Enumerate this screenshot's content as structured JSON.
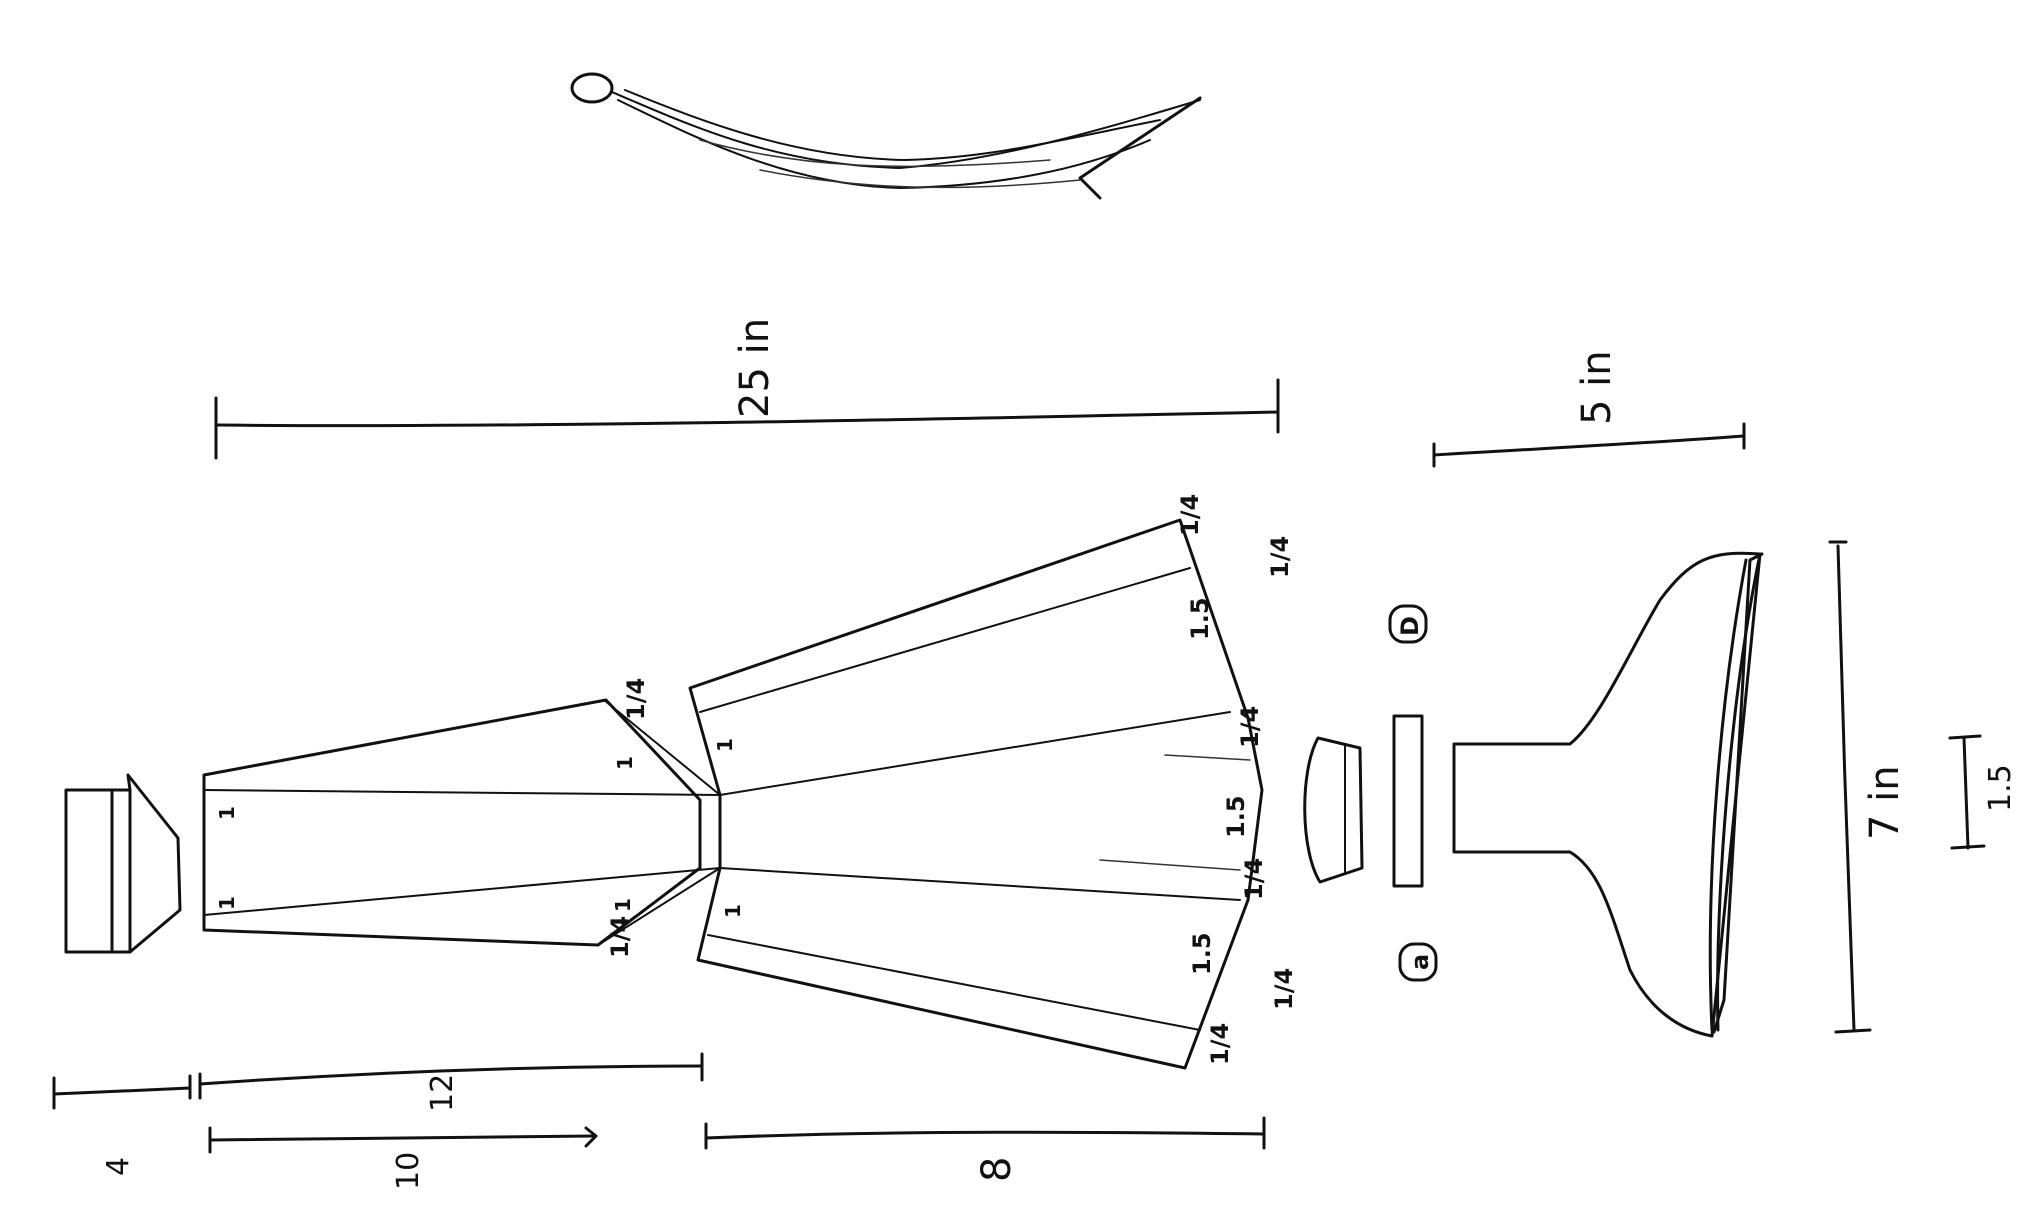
{
  "dimensions": {
    "overall_length": "25 in",
    "bell_width": "5 in",
    "bell_length": "7 in",
    "neck_length": "1.5",
    "cap_length": "4",
    "upper_length": "12",
    "upper_inner_length": "10",
    "lower_length": "8"
  },
  "panel_labels": {
    "seam_one": "1",
    "quarter": "1/4",
    "one_and_half": "1.5"
  },
  "piece_letters": {
    "piece_d": "D",
    "piece_a": "a"
  },
  "colors": {
    "ink": "#111111",
    "paper": "#ffffff"
  }
}
